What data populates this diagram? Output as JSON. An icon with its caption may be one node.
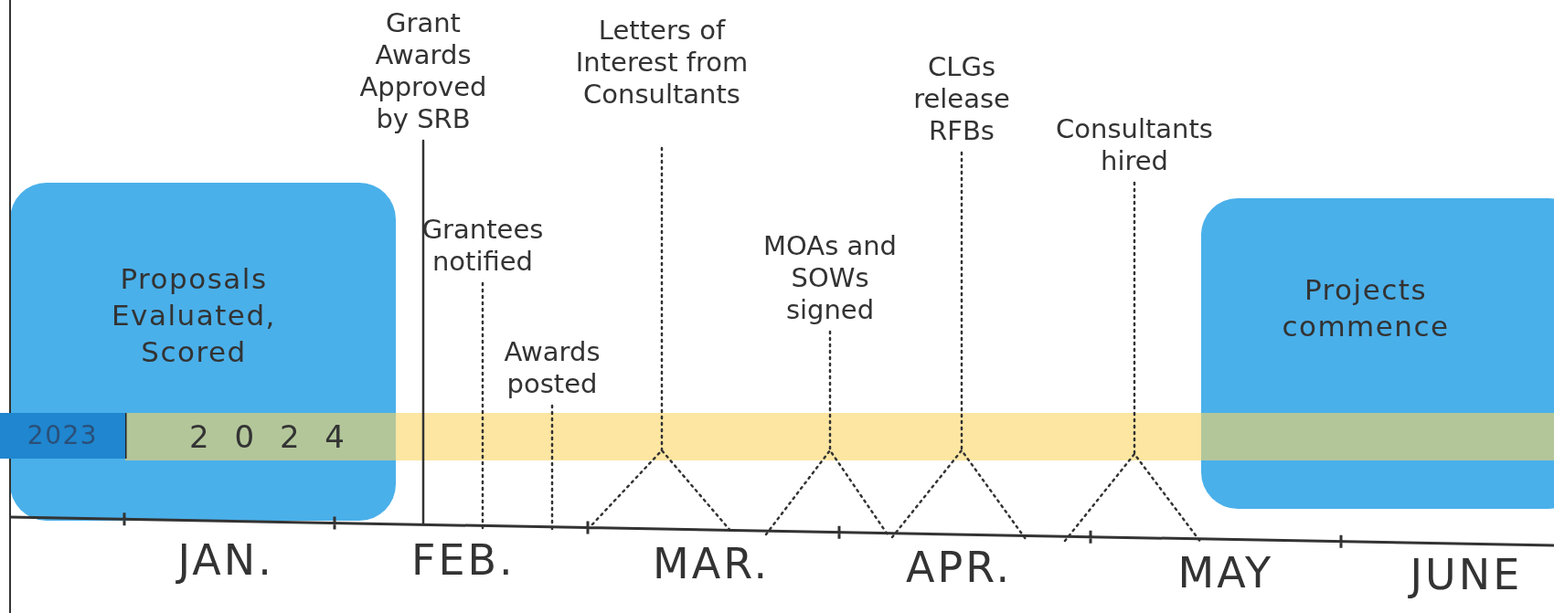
{
  "diagram": {
    "nodes": [
      {
        "text": [
          "Proposals Evaluated, Scored"
        ]
      },
      {
        "text": [
          "Grant Awards Approved by SRB"
        ]
      },
      {
        "text": [
          "Grantees notified"
        ]
      },
      {
        "text": [
          "Awards posted"
        ]
      },
      {
        "text": [
          "Letters of Interest from Consultants"
        ]
      },
      {
        "text": [
          "MOAs and SOWs signed"
        ]
      },
      {
        "text": [
          "CLGs release RFBs"
        ]
      },
      {
        "text": [
          "Consultants hired"
        ]
      },
      {
        "text": [
          "Projects commence"
        ]
      },
      {
        "text": [
          "2023"
        ]
      },
      {
        "text": [
          "2 0 2 4"
        ]
      }
    ],
    "edges": [
      {
        "from": 1,
        "to": null,
        "arrow": "none"
      },
      {
        "from": 2,
        "to": null,
        "arrow": "none",
        "style": "dashed"
      },
      {
        "from": 3,
        "to": null,
        "arrow": "none",
        "style": "dashed"
      },
      {
        "from": 4,
        "to": null,
        "arrow": "none",
        "style": "dashed"
      },
      {
        "from": 5,
        "to": null,
        "arrow": "none",
        "style": "dashed"
      },
      {
        "from": 6,
        "to": null,
        "arrow": "none",
        "style": "dashed"
      },
      {
        "from": 7,
        "to": null,
        "arrow": "none",
        "style": "dashed"
      }
    ],
    "labels": [
      "JAN.",
      "FEB.",
      "MAR.",
      "APR.",
      "MAY",
      "JUNE"
    ]
  }
}
